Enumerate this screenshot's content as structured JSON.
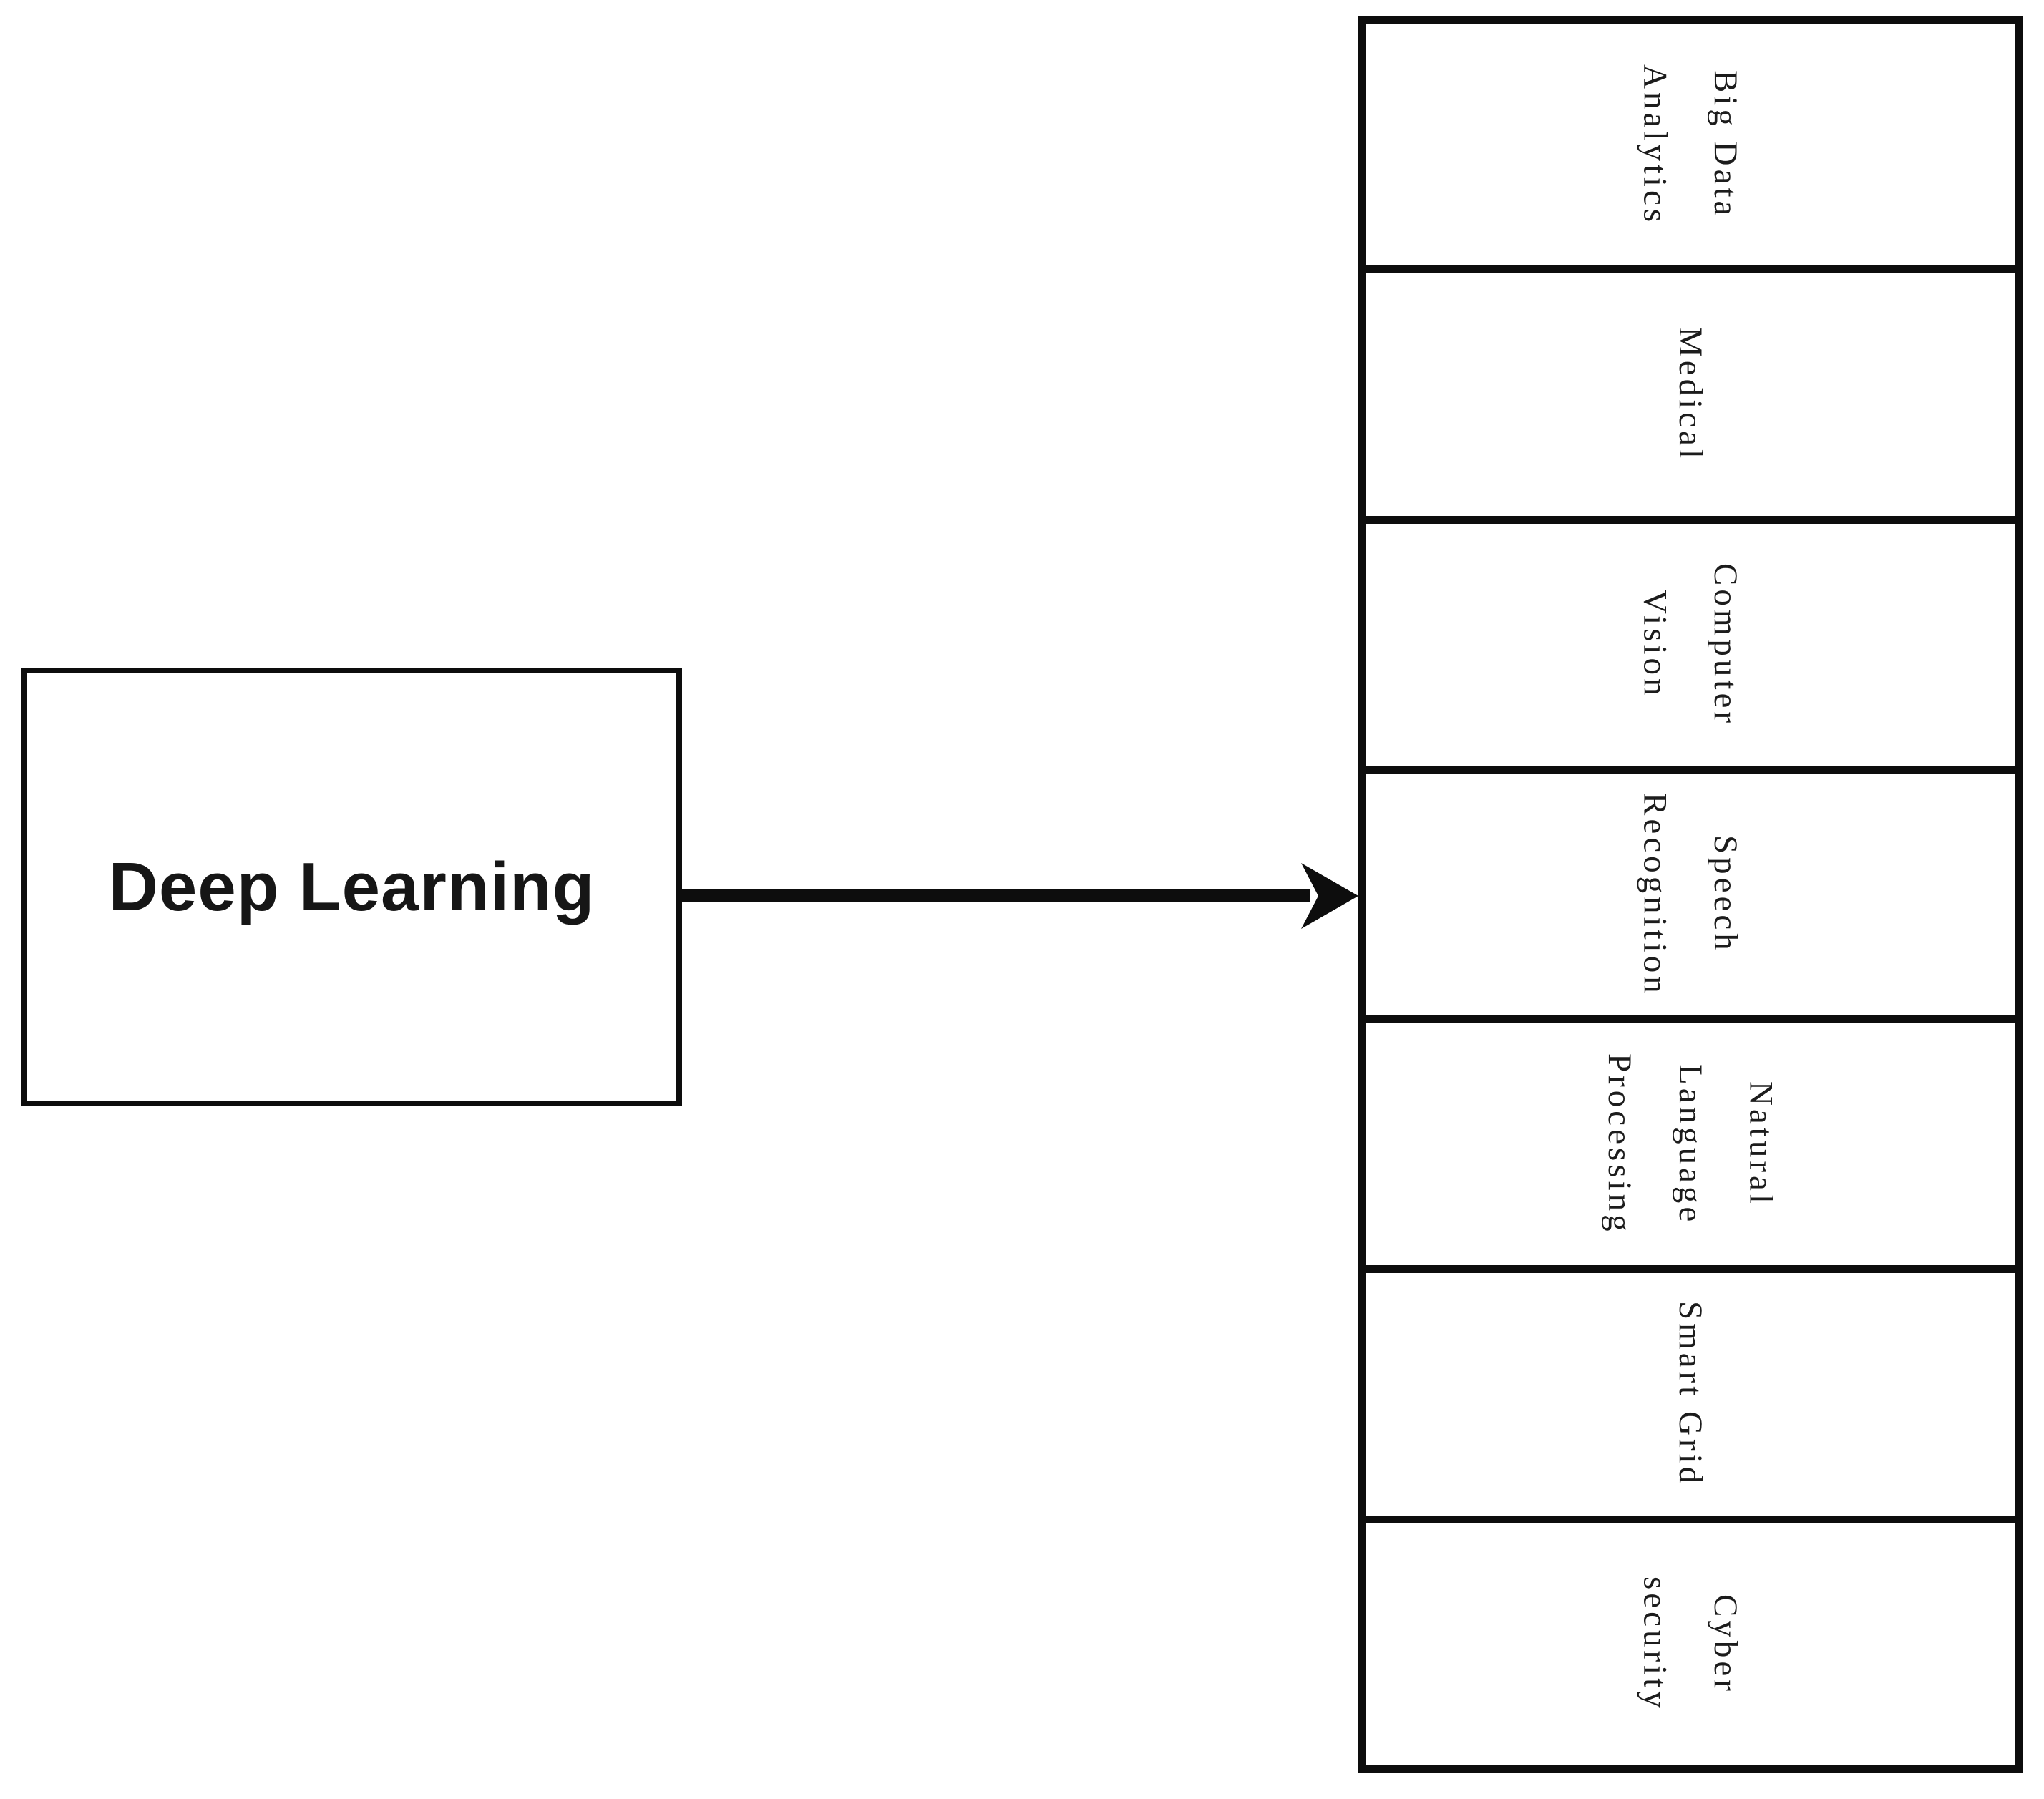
{
  "diagram": {
    "source_node": {
      "label": "Deep Learning"
    },
    "connector": {
      "icon": "arrow-right-icon",
      "direction": "left-to-right"
    },
    "applications": {
      "boxes": [
        {
          "label": "Big Data\nAnalytics"
        },
        {
          "label": "Medical"
        },
        {
          "label": "Computer\nVision"
        },
        {
          "label": "Speech\nRecognition"
        },
        {
          "label": "Natural\nLanguage\nProcessing"
        },
        {
          "label": "Smart Grid"
        },
        {
          "label": "Cyber\nsecurity"
        }
      ]
    },
    "colors": {
      "border": "#0d0d0d",
      "text": "#1c1c1c",
      "background": "#ffffff"
    }
  }
}
